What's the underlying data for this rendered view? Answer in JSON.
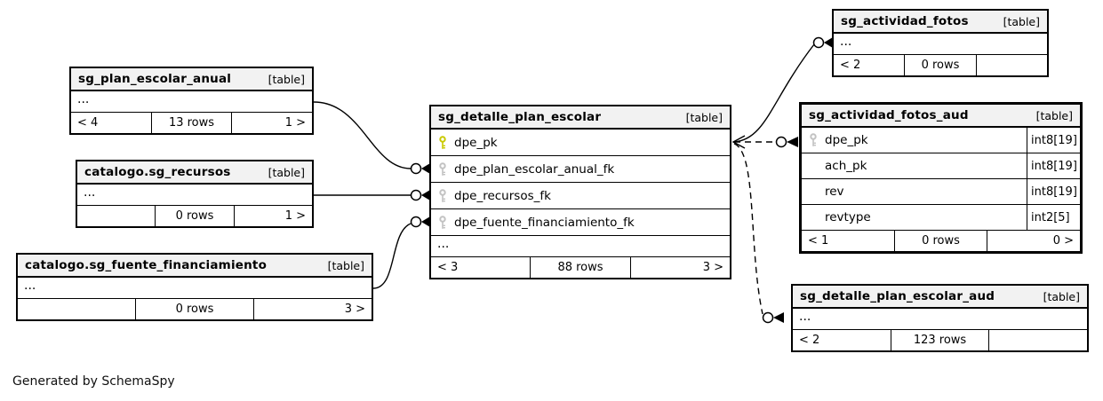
{
  "diagram": {
    "footer_note": "Generated by SchemaSpy",
    "colors": {
      "header_bg": "#f2f2f2",
      "border": "#000000",
      "pk_key": "#c9c900",
      "fk_key": "#c2c2c2",
      "line": "#000000"
    }
  },
  "tables": [
    {
      "title": "sg_plan_escolar_anual",
      "tag": "[table]",
      "elided": "...",
      "footer": {
        "left": "< 4",
        "center": "13 rows",
        "right": "1 >"
      }
    },
    {
      "title": "catalogo.sg_recursos",
      "tag": "[table]",
      "elided": "...",
      "footer": {
        "left": "",
        "center": "0 rows",
        "right": "1 >"
      }
    },
    {
      "title": "catalogo.sg_fuente_financiamiento",
      "tag": "[table]",
      "elided": "...",
      "footer": {
        "left": "",
        "center": "0 rows",
        "right": "3 >"
      }
    },
    {
      "title": "sg_detalle_plan_escolar",
      "tag": "[table]",
      "elided": "...",
      "columns": [
        {
          "name": "dpe_pk",
          "key": "pk"
        },
        {
          "name": "dpe_plan_escolar_anual_fk",
          "key": "fk"
        },
        {
          "name": "dpe_recursos_fk",
          "key": "fk"
        },
        {
          "name": "dpe_fuente_financiamiento_fk",
          "key": "fk"
        }
      ],
      "footer": {
        "left": "< 3",
        "center": "88 rows",
        "right": "3 >"
      }
    },
    {
      "title": "sg_actividad_fotos",
      "tag": "[table]",
      "elided": "...",
      "footer": {
        "left": "< 2",
        "center": "0 rows",
        "right": ""
      }
    },
    {
      "title": "sg_actividad_fotos_aud",
      "tag": "[table]",
      "columns": [
        {
          "name": "dpe_pk",
          "key": "fk",
          "type": "int8[19]"
        },
        {
          "name": "ach_pk",
          "key": "",
          "type": "int8[19]"
        },
        {
          "name": "rev",
          "key": "",
          "type": "int8[19]"
        },
        {
          "name": "revtype",
          "key": "",
          "type": "int2[5]"
        }
      ],
      "footer": {
        "left": "< 1",
        "center": "0 rows",
        "right": "0 >"
      }
    },
    {
      "title": "sg_detalle_plan_escolar_aud",
      "tag": "[table]",
      "elided": "...",
      "footer": {
        "left": "< 2",
        "center": "123 rows",
        "right": ""
      }
    }
  ],
  "relationships": [
    {
      "from": "sg_plan_escolar_anual",
      "to": "sg_detalle_plan_escolar.dpe_plan_escolar_anual_fk",
      "style": "solid"
    },
    {
      "from": "catalogo.sg_recursos",
      "to": "sg_detalle_plan_escolar.dpe_recursos_fk",
      "style": "solid"
    },
    {
      "from": "catalogo.sg_fuente_financiamiento",
      "to": "sg_detalle_plan_escolar.dpe_fuente_financiamiento_fk",
      "style": "solid"
    },
    {
      "from": "sg_detalle_plan_escolar.dpe_pk",
      "to": "sg_actividad_fotos",
      "style": "solid"
    },
    {
      "from": "sg_detalle_plan_escolar.dpe_pk",
      "to": "sg_actividad_fotos_aud.dpe_pk",
      "style": "dashed"
    },
    {
      "from": "sg_detalle_plan_escolar.dpe_pk",
      "to": "sg_detalle_plan_escolar_aud",
      "style": "dashed"
    }
  ]
}
